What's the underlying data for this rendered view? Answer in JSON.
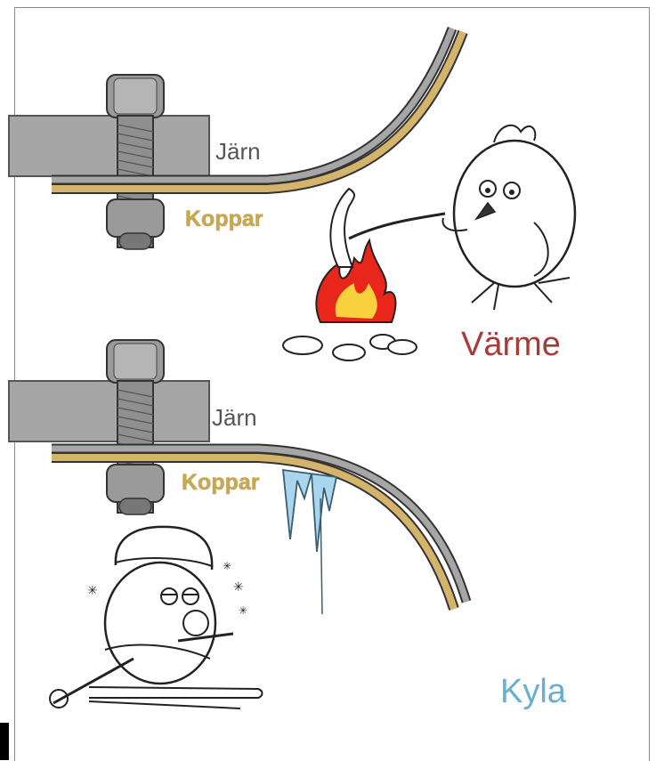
{
  "top": {
    "metal1_label": "Järn",
    "metal2_label": "Koppar",
    "caption": "Värme"
  },
  "bottom": {
    "metal1_label": "Järn",
    "metal2_label": "Koppar",
    "caption": "Kyla"
  },
  "colors": {
    "iron": "#a6a6a6",
    "copper": "#d4b36a",
    "heat_caption": "#a83a3a",
    "cold_caption": "#6aaed0",
    "flame_red": "#e8261c",
    "flame_yellow": "#f7d23c",
    "ice": "#a9d6ec"
  },
  "icons": [
    "bolt-icon",
    "campfire-icon",
    "bird-icon",
    "sausage-icon",
    "icicle-icon",
    "skiing-bird-icon"
  ]
}
